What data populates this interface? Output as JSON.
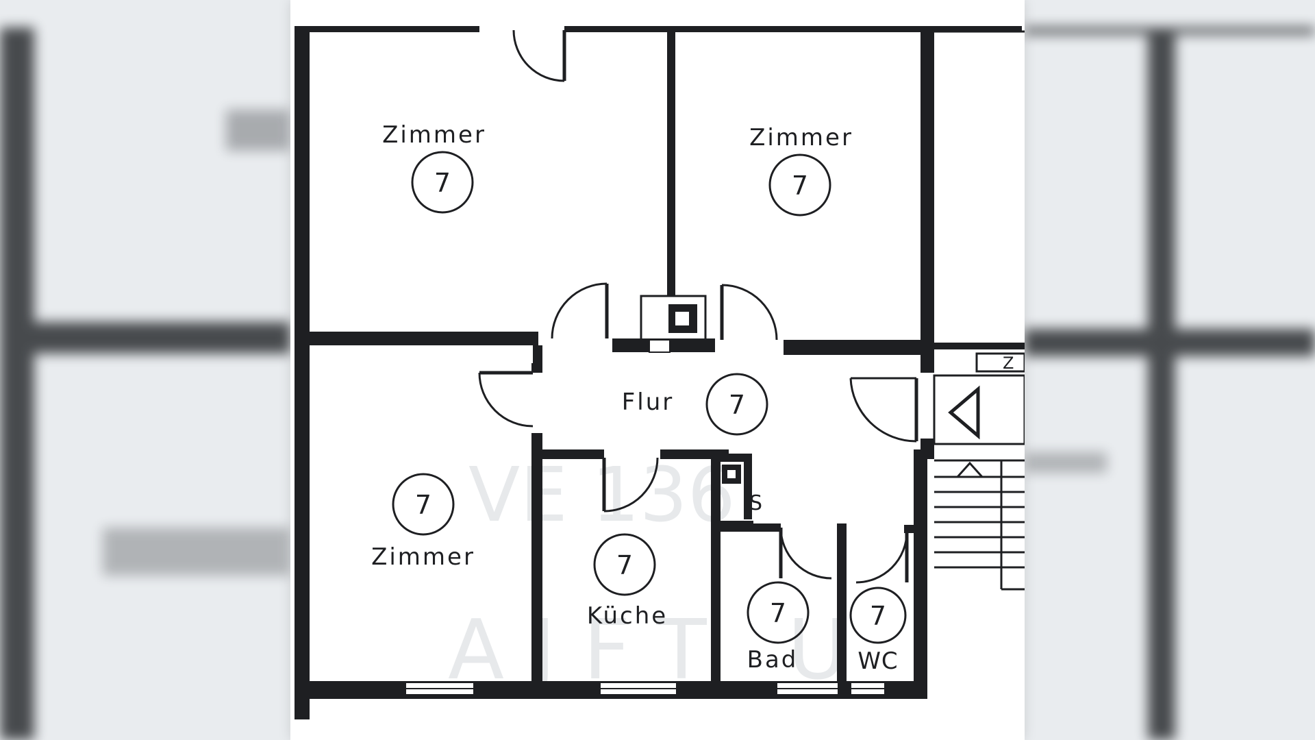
{
  "floor_plan": {
    "rooms": [
      {
        "id": "zimmer-top-left",
        "label": "Zimmer",
        "number": "7"
      },
      {
        "id": "zimmer-top-right",
        "label": "Zimmer",
        "number": "7"
      },
      {
        "id": "flur",
        "label": "Flur",
        "number": "7"
      },
      {
        "id": "zimmer-bottom-left",
        "label": "Zimmer",
        "number": "7"
      },
      {
        "id": "kueche",
        "label": "Küche",
        "number": "7"
      },
      {
        "id": "bad",
        "label": "Bad",
        "number": "7"
      },
      {
        "id": "wc",
        "label": "WC",
        "number": "7"
      }
    ],
    "shaft_label": "S",
    "edge_label": "Z"
  },
  "colors": {
    "wall": "#1e1f22",
    "paper": "#ffffff",
    "background": "#e9ecef"
  }
}
